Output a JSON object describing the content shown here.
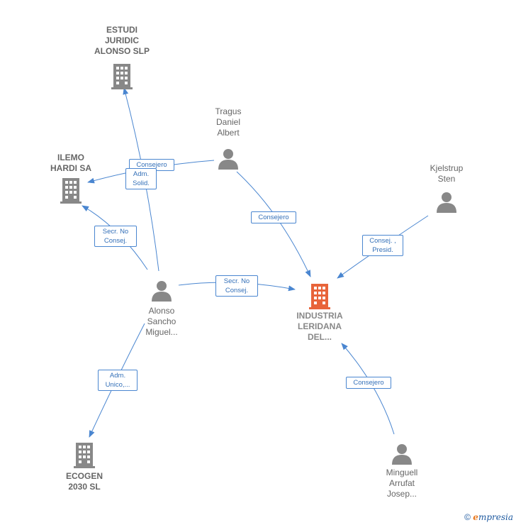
{
  "nodes": {
    "estudi": {
      "label": "ESTUDI\nJURIDIC\nALONSO SLP",
      "icon": "building-icon"
    },
    "ilemo": {
      "label": "ILEMO\nHARDI SA",
      "icon": "building-icon"
    },
    "tragus": {
      "label": "Tragus\nDaniel\nAlbert",
      "icon": "person-icon"
    },
    "kjelstrup": {
      "label": "Kjelstrup\nSten",
      "icon": "person-icon"
    },
    "alonso": {
      "label": "Alonso\nSancho\nMiguel...",
      "icon": "person-icon"
    },
    "industria": {
      "label": "INDUSTRIA\nLERIDANA\nDEL...",
      "icon": "building-icon",
      "color": "#e8643a"
    },
    "ecogen": {
      "label": "ECOGEN\n2030  SL",
      "icon": "building-icon"
    },
    "minguell": {
      "label": "Minguell\nArrufat\nJosep...",
      "icon": "person-icon"
    }
  },
  "edges": {
    "tragus_ilemo": "Consejero",
    "alonso_estudi": "Adm.\nSolid.",
    "alonso_ilemo": "Secr.  No\nConsej.",
    "tragus_industria": "Consejero",
    "kjelstrup_industria": "Consej. ,\nPresid.",
    "alonso_industria": "Secr.  No\nConsej.",
    "alonso_ecogen": "Adm.\nUnico,...",
    "minguell_industria": "Consejero"
  },
  "colors": {
    "edge": "#4a86d0",
    "node_gray": "#888888",
    "focus": "#e8643a"
  },
  "footer": {
    "copyright": "©",
    "brand_e": "e",
    "brand_rest": "mpresia"
  }
}
